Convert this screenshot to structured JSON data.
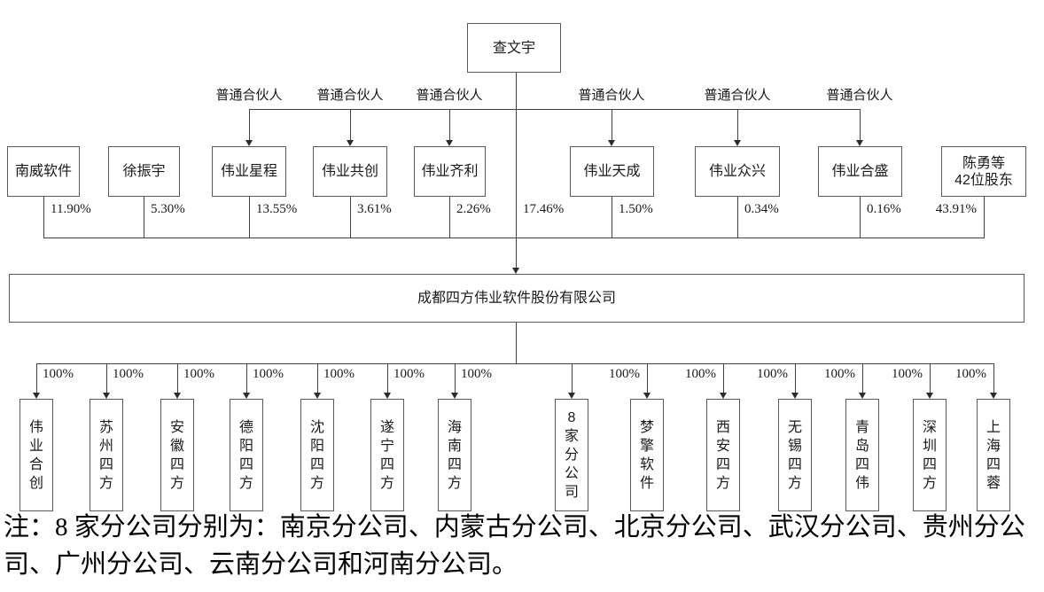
{
  "colors": {
    "line": "#404040",
    "box_border": "#595959",
    "text": "#1a1a1a",
    "background": "#ffffff"
  },
  "top_shareholder": {
    "name": "查文宇"
  },
  "gp_label": "普通合伙人",
  "direct_holding_pct": "17.46%",
  "shareholders": [
    {
      "name": "南威软件",
      "pct": "11.90%"
    },
    {
      "name": "徐振宇",
      "pct": "5.30%"
    },
    {
      "name": "伟业星程",
      "pct": "13.55%"
    },
    {
      "name": "伟业共创",
      "pct": "3.61%"
    },
    {
      "name": "伟业齐利",
      "pct": "2.26%"
    },
    {
      "name": "伟业天成",
      "pct": "1.50%"
    },
    {
      "name": "伟业众兴",
      "pct": "0.34%"
    },
    {
      "name": "伟业合盛",
      "pct": "0.16%"
    },
    {
      "name": "陈勇等42位股东",
      "name_line1": "陈勇等",
      "name_line2": "42位股东",
      "pct": "43.91%"
    }
  ],
  "company": {
    "name": "成都四方伟业软件股份有限公司"
  },
  "subsidiaries": [
    {
      "name": "伟业合创",
      "pct": "100%"
    },
    {
      "name": "苏州四方",
      "pct": "100%"
    },
    {
      "name": "安徽四方",
      "pct": "100%"
    },
    {
      "name": "德阳四方",
      "pct": "100%"
    },
    {
      "name": "沈阳四方",
      "pct": "100%"
    },
    {
      "name": "遂宁四方",
      "pct": "100%"
    },
    {
      "name": "海南四方",
      "pct": "100%"
    },
    {
      "name": "8家分公司"
    },
    {
      "name": "梦擎软件",
      "pct": "100%"
    },
    {
      "name": "西安四方",
      "pct": "100%"
    },
    {
      "name": "无锡四方",
      "pct": "100%"
    },
    {
      "name": "青岛四伟",
      "pct": "100%"
    },
    {
      "name": "深圳四方",
      "pct": "100%"
    },
    {
      "name": "上海四蓉",
      "pct": "100%"
    }
  ],
  "note": {
    "line1": "注：8 家分公司分别为：南京分公司、内蒙古分公司、北京分公司、武汉分公司、贵州分公",
    "line2": "司、广州分公司、云南分公司和河南分公司。"
  }
}
